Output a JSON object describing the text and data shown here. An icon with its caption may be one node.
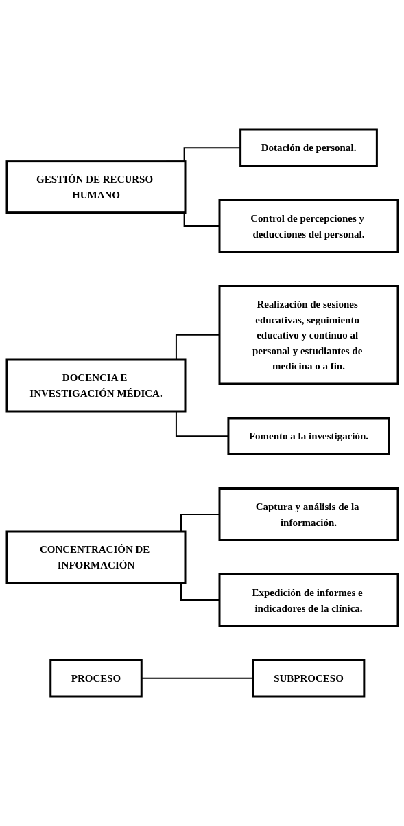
{
  "diagram": {
    "nodes": [
      {
        "text": [
          "GESTIÓN DE RECURSO HUMANO"
        ]
      },
      {
        "text": [
          "Dotación de personal."
        ]
      },
      {
        "text": [
          "Control de percepciones y deducciones del personal."
        ]
      },
      {
        "text": [
          "DOCENCIA E INVESTIGACIÓN MÉDICA."
        ]
      },
      {
        "text": [
          "Realización de sesiones educativas, seguimiento educativo y continuo al personal y estudiantes de medicina o a fin."
        ]
      },
      {
        "text": [
          "Fomento a la investigación."
        ]
      },
      {
        "text": [
          "CONCENTRACIÓN DE INFORMACIÓN"
        ]
      },
      {
        "text": [
          "Captura y análisis de la información."
        ]
      },
      {
        "text": [
          "Expedición de informes e indicadores de la clínica."
        ]
      },
      {
        "text": [
          "PROCESO"
        ]
      },
      {
        "text": [
          "SUBPROCESO"
        ]
      }
    ],
    "edges": [
      {
        "from": 0,
        "to": 1,
        "arrow": "none"
      },
      {
        "from": 0,
        "to": 2,
        "arrow": "none"
      },
      {
        "from": 3,
        "to": 4,
        "arrow": "none"
      },
      {
        "from": 3,
        "to": 5,
        "arrow": "none"
      },
      {
        "from": 6,
        "to": 7,
        "arrow": "none"
      },
      {
        "from": 6,
        "to": 8,
        "arrow": "none"
      },
      {
        "from": 9,
        "to": 10,
        "arrow": "none"
      }
    ]
  }
}
